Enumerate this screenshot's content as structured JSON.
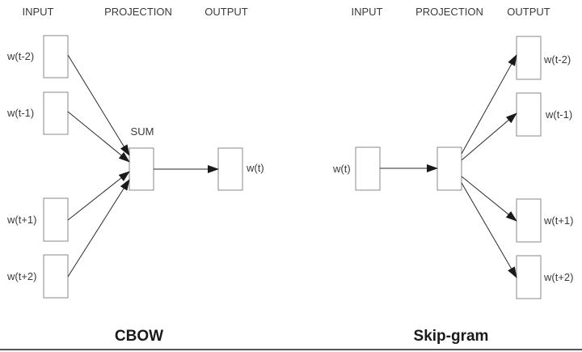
{
  "cbow": {
    "headers": {
      "input": "INPUT",
      "projection": "PROJECTION",
      "output": "OUTPUT"
    },
    "inputs": [
      "w(t-2)",
      "w(t-1)",
      "w(t+1)",
      "w(t+2)"
    ],
    "projection_label": "SUM",
    "output": "w(t)",
    "title": "CBOW"
  },
  "skipgram": {
    "headers": {
      "input": "INPUT",
      "projection": "PROJECTION",
      "output": "OUTPUT"
    },
    "input": "w(t)",
    "outputs": [
      "w(t-2)",
      "w(t-1)",
      "w(t+1)",
      "w(t+2)"
    ],
    "title": "Skip-gram"
  },
  "colors": {
    "line": "#2a2a2a",
    "box_stroke": "#8a8a8a",
    "text": "#3a3a3a",
    "rule": "#555555"
  }
}
